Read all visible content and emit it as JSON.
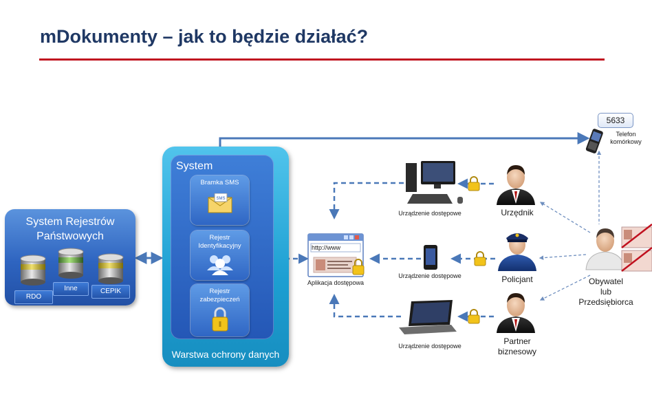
{
  "slide": {
    "title": "mDokumenty – jak to będzie działać?"
  },
  "registers": {
    "title_line1": "System Rejestrów",
    "title_line2": "Państwowych",
    "items": [
      "RDO",
      "Inne",
      "CEPIK"
    ]
  },
  "system": {
    "title": "System",
    "protection_layer": "Warstwa ochrony danych",
    "sms_gateway": "Bramka SMS",
    "sms_icon_text": "SMS",
    "identification_registry_line1": "Rejestr",
    "identification_registry_line2": "Identyfikacyjny",
    "security_registry_line1": "Rejestr",
    "security_registry_line2": "zabezpieczeń"
  },
  "access_app": {
    "url": "http://www",
    "label": "Aplikacja dostępowa"
  },
  "devices": {
    "top_label": "Urządzenie dostępowe",
    "middle_label": "Urządzenie dostępowe",
    "bottom_label": "Urządzenie dostępowe"
  },
  "people": {
    "official": "Urzędnik",
    "police": "Policjant",
    "partner_line1": "Partner",
    "partner_line2": "biznesowy",
    "citizen_line1": "Obywatel",
    "citizen_line2": "lub",
    "citizen_line3": "Przedsiębiorca"
  },
  "phone": {
    "code": "5633",
    "label_line1": "Telefon",
    "label_line2": "komórkowy"
  },
  "colors": {
    "title": "#1f3864",
    "rule": "#c0111f",
    "connector": "#4a78b8",
    "lock": "#f2c31a"
  }
}
